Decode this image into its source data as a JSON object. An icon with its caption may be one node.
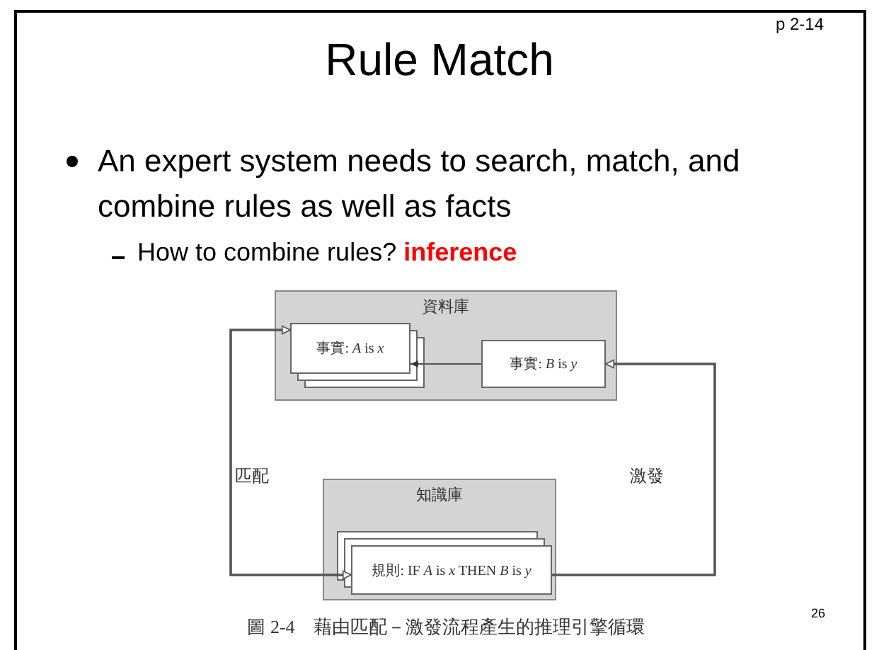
{
  "diagram": {
    "title": "Rule Match",
    "caption": "圖 2-4　藉由匹配－激發流程產生的推理引擎循環",
    "nodes": [
      {
        "text": [
          "資料庫"
        ]
      },
      {
        "text": [
          "事實: *A* is *x*"
        ],
        "in": 0
      },
      {
        "text": [
          "事實: *B* is *y*"
        ],
        "in": 0
      },
      {
        "text": [
          "知識庫"
        ]
      },
      {
        "text": [
          "規則: IF *A* is *x* THEN *B* is *y*"
        ],
        "in": 3
      }
    ],
    "edges": [
      {
        "from": 2,
        "to": 1,
        "arrow": "to"
      },
      {
        "from": 4,
        "to": 1,
        "arrow": "both",
        "label": "匹配"
      },
      {
        "from": 4,
        "to": 2,
        "arrow": "to",
        "label": "激發"
      }
    ],
    "labels": [
      "p 2-14",
      "An expert system needs to search, match, and combine rules as well as facts",
      "How to combine rules? **inference**",
      "26"
    ]
  }
}
